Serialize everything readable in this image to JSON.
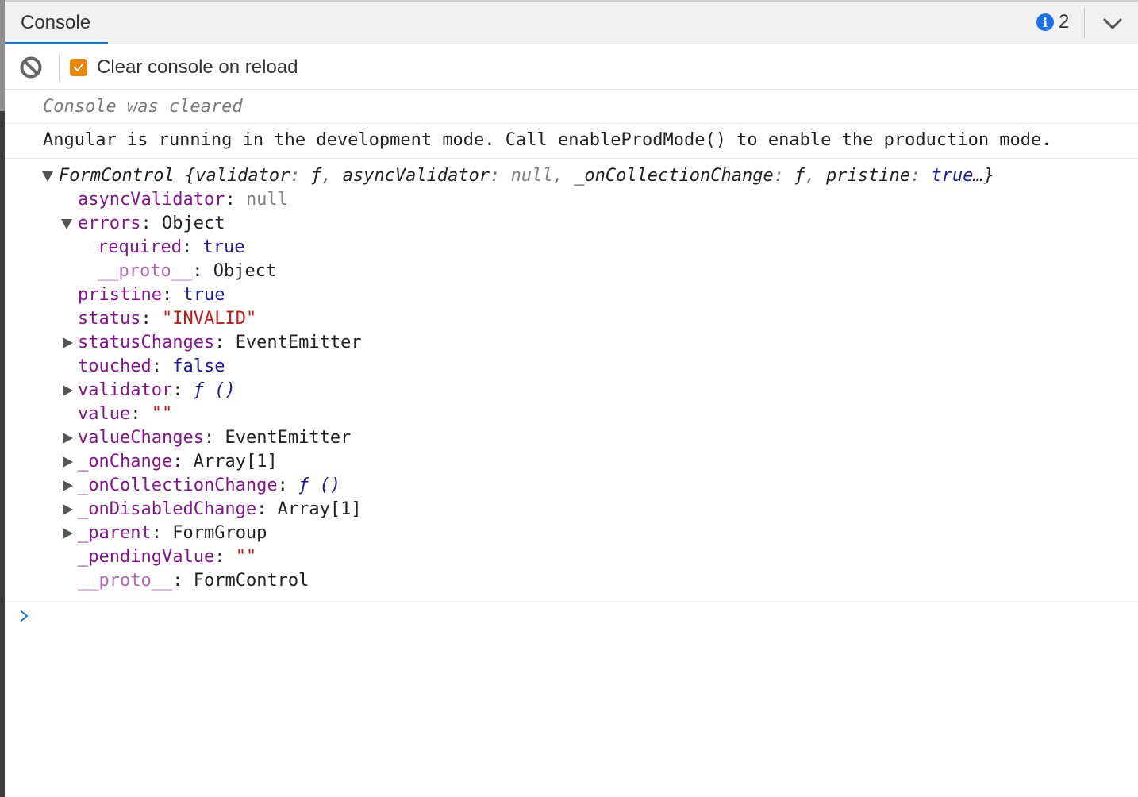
{
  "tabs": {
    "console_label": "Console",
    "info_count": "2"
  },
  "toolbar": {
    "clear_on_reload_label": "Clear console on reload",
    "clear_on_reload_checked": true
  },
  "messages": {
    "cleared": "Console was cleared",
    "angular": "Angular is running in the development mode. Call enableProdMode() to enable the production mode."
  },
  "object": {
    "summary": {
      "name": "FormControl",
      "open": " {",
      "k1": "validator",
      "v1": "ƒ",
      "k2": "asyncValidator",
      "v2": "null",
      "k3": "_onCollectionChange",
      "v3": "ƒ",
      "k4": "pristine",
      "v4": "true",
      "close": "…}"
    },
    "props": [
      {
        "key": "asyncValidator",
        "value": "null"
      },
      {
        "key": "errors",
        "value": "Object"
      },
      {
        "key": "required",
        "value": "true"
      },
      {
        "key": "__proto__",
        "value": "Object"
      },
      {
        "key": "pristine",
        "value": "true"
      },
      {
        "key": "status",
        "value": "\"INVALID\""
      },
      {
        "key": "statusChanges",
        "value": "EventEmitter"
      },
      {
        "key": "touched",
        "value": "false"
      },
      {
        "key": "validator",
        "value": "ƒ ()"
      },
      {
        "key": "value",
        "value": "\"\""
      },
      {
        "key": "valueChanges",
        "value": "EventEmitter"
      },
      {
        "key": "_onChange",
        "value": "Array[1]"
      },
      {
        "key": "_onCollectionChange",
        "value": "ƒ ()"
      },
      {
        "key": "_onDisabledChange",
        "value": "Array[1]"
      },
      {
        "key": "_parent",
        "value": "FormGroup"
      },
      {
        "key": "_pendingValue",
        "value": "\"\""
      },
      {
        "key": "__proto__",
        "value": "FormControl"
      }
    ]
  },
  "colors": {
    "accent": "#1a73e8",
    "checkbox": "#e8870e",
    "key": "#881391",
    "string": "#c41a16",
    "keyword": "#1a1aa6"
  }
}
